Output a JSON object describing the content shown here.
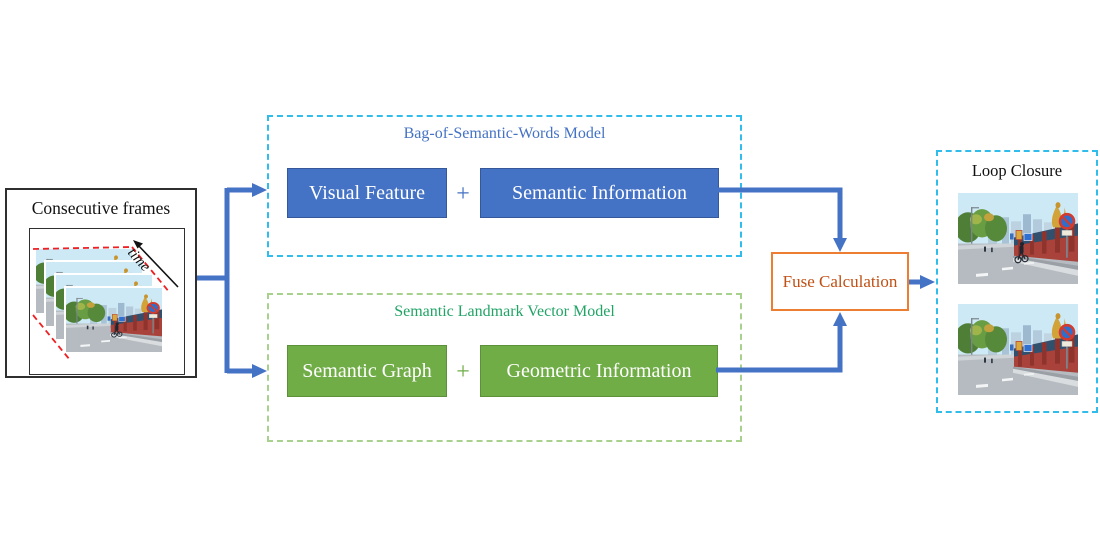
{
  "input_box": {
    "title": "Consecutive frames",
    "time_label": "time"
  },
  "bow_model": {
    "title": "Bag-of-Semantic-Words Model",
    "left_box": "Visual Feature",
    "plus": "+",
    "right_box": "Semantic Information"
  },
  "slv_model": {
    "title": "Semantic Landmark Vector Model",
    "left_box": "Semantic Graph",
    "plus": "+",
    "right_box": "Geometric Information"
  },
  "fuse": {
    "label": "Fuse Calculation"
  },
  "output_box": {
    "title": "Loop Closure"
  },
  "colors": {
    "solid_blue": "#4472c4",
    "solid_green": "#70ad47",
    "dashed_cyan": "#31bdec",
    "dashed_green": "#a9d18e",
    "orange_border": "#ed7d31",
    "orange_text": "#c05014",
    "green_title_text": "#21a366",
    "blue_title_text": "#4472c4",
    "arrow_blue": "#4472c4",
    "red_dash": "#ed2024"
  }
}
